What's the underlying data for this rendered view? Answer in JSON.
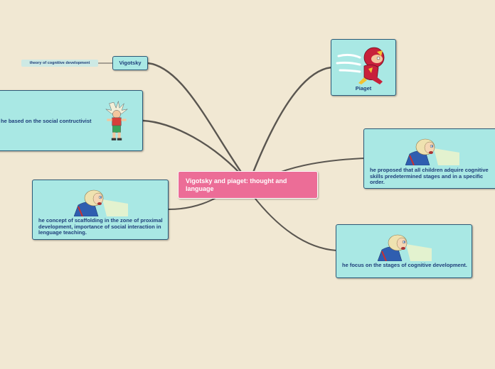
{
  "central": {
    "title": "Vigotsky and piaget: thought and language"
  },
  "nodes": {
    "vigotsky": "Vigotsky",
    "vigotsky_sub": "theory of cognitive development",
    "social": "he based on the social contructivist",
    "scaffolding": "he concept of scaffolding in the zone of proximal development, importance of social interaction in lenguage teaching.",
    "piaget": "Piaget",
    "stages_order": "he proposed that all children adquire cognitive skills predetermined stages and in a specific order.",
    "stages_focus": "he focus on the stages of cognitive development."
  },
  "colors": {
    "background": "#f1e8d3",
    "central": "#ec6d97",
    "node": "#a9e8e4",
    "text": "#1f3f7a",
    "link": "#5a5650"
  },
  "icons": {
    "social": "cartoon-fighter-character",
    "scaffolding": "cartoon-old-wizard",
    "piaget": "red-speed-hero",
    "stages_order": "cartoon-old-wizard",
    "stages_focus": "cartoon-old-wizard"
  }
}
